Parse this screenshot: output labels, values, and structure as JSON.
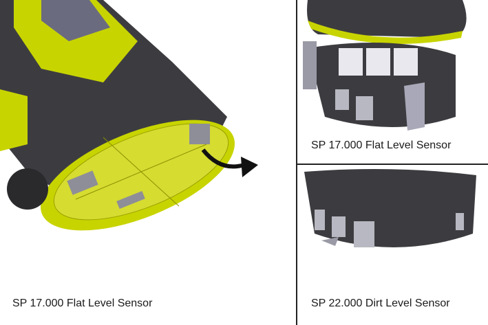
{
  "panels": [
    {
      "caption": "SP 17.000 Flat Level Sensor"
    },
    {
      "caption": "SP 17.000 Flat Level Sensor"
    },
    {
      "caption": "SP 22.000 Dirt Level Sensor"
    }
  ],
  "colors": {
    "accent": "#c8d400",
    "body": "#3c3c40",
    "dark": "#2a2a2d",
    "grey": "#9a9aa6"
  }
}
